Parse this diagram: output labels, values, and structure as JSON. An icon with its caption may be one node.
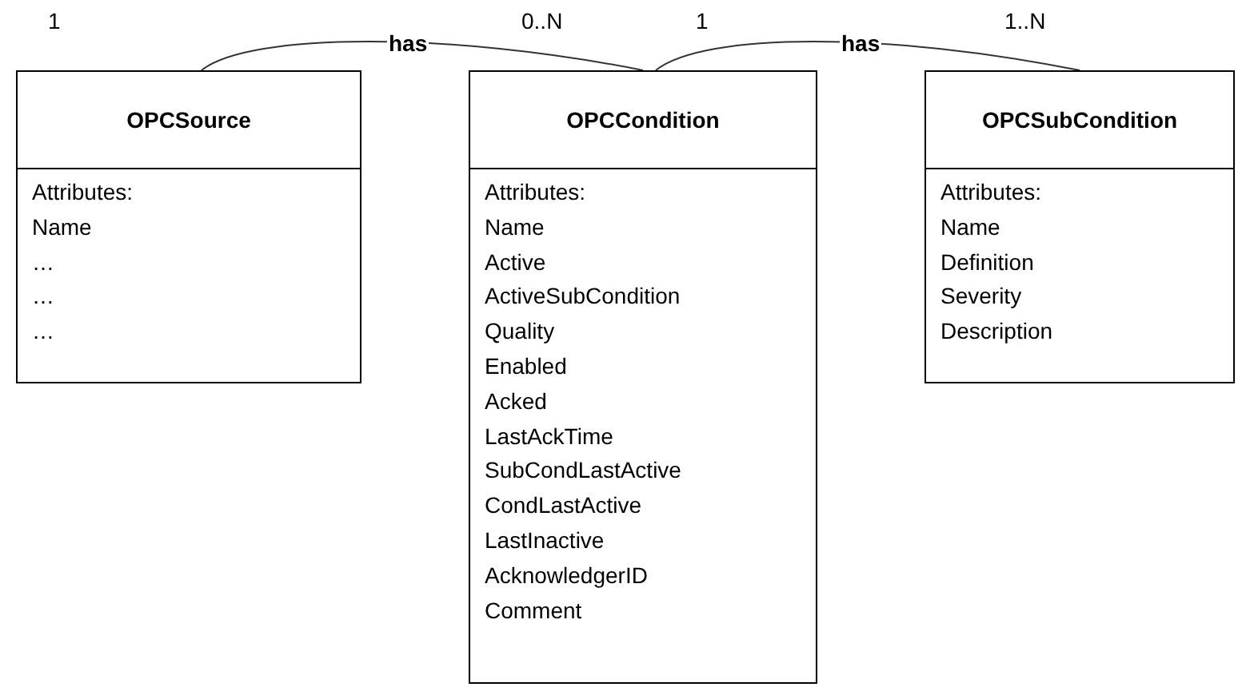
{
  "diagram": {
    "nodes": [
      {
        "text": [
          "OPCSource",
          "Attributes:",
          "Name",
          "…",
          "…",
          "…"
        ]
      },
      {
        "text": [
          "OPCCondition",
          "Attributes:",
          "Name",
          "Active",
          "ActiveSubCondition",
          "Quality",
          "Enabled",
          "Acked",
          "LastAckTime",
          "SubCondLastActive",
          "CondLastActive",
          "LastInactive",
          "AcknowledgerID",
          "Comment"
        ]
      },
      {
        "text": [
          "OPCSubCondition",
          "Attributes:",
          "Name",
          "Definition",
          "Severity",
          "Description"
        ]
      }
    ],
    "edges": [
      {
        "from": 0,
        "to": 1,
        "arrow": "none",
        "label": "has"
      },
      {
        "from": 1,
        "to": 2,
        "arrow": "none",
        "label": "has"
      }
    ],
    "labels": [
      "1",
      "0..N",
      "1",
      "1..N"
    ]
  }
}
